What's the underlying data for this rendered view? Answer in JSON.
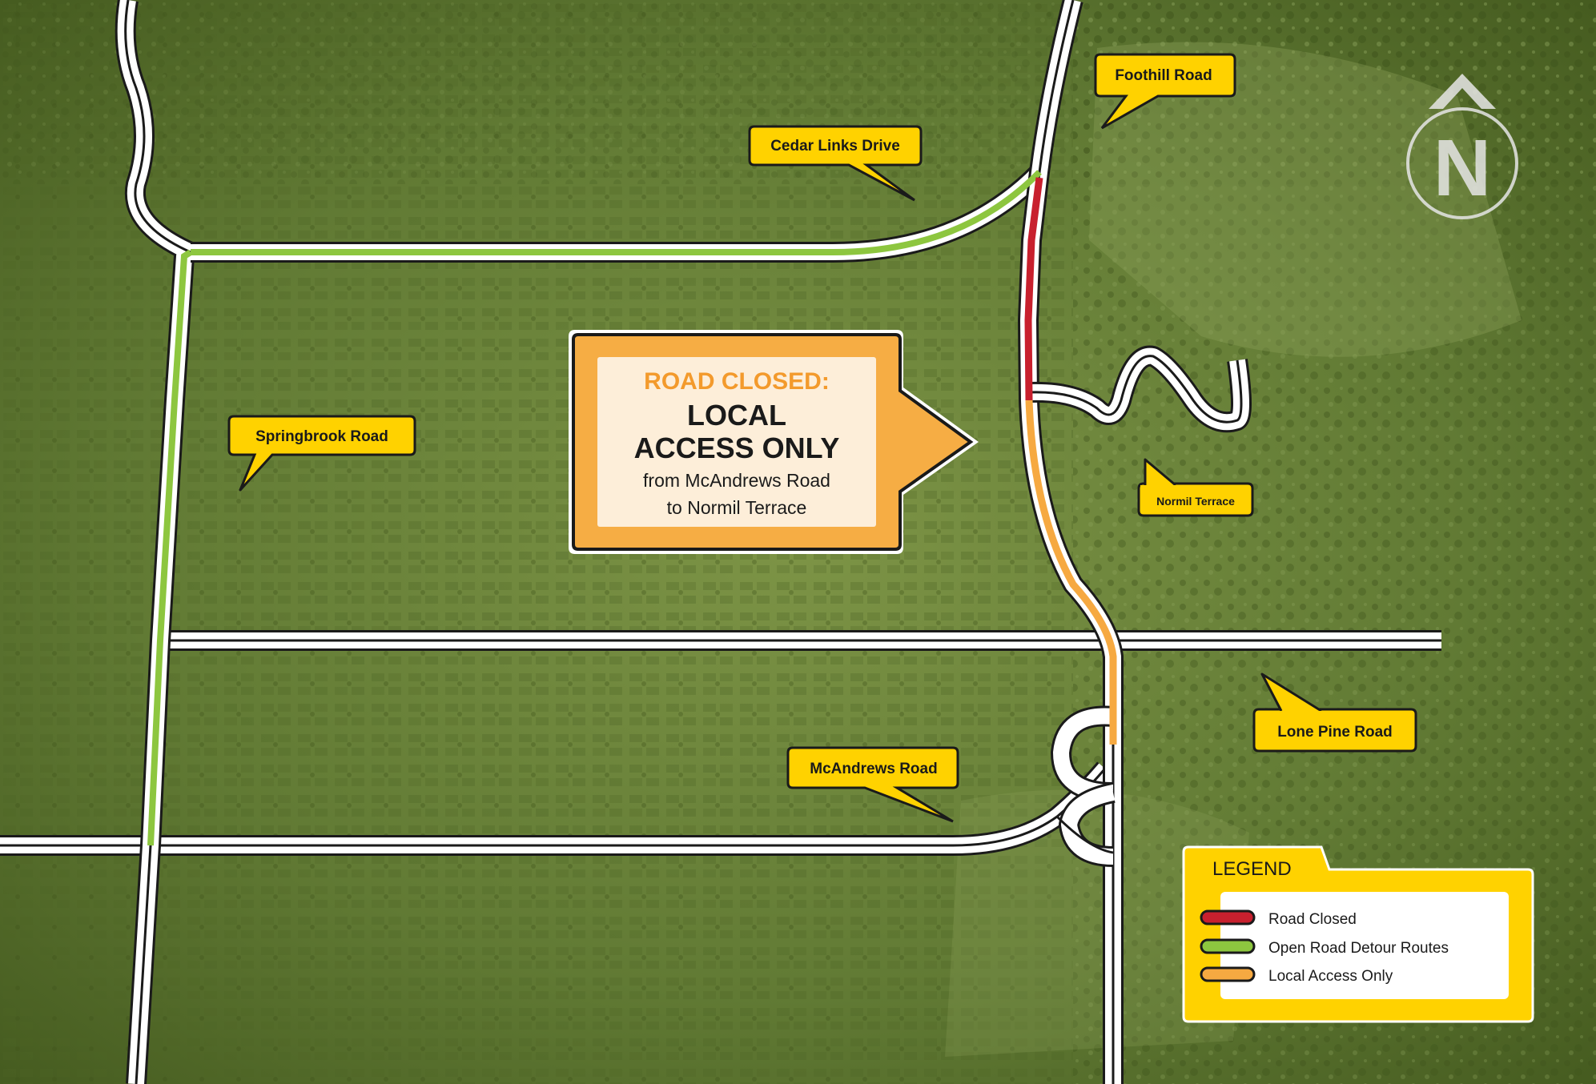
{
  "roads": {
    "springbrook": "Springbrook Road",
    "cedar_links": "Cedar Links Drive",
    "foothill": "Foothill Road",
    "normil": "Normil Terrace",
    "lone_pine": "Lone Pine Road",
    "mcandrews": "McAndrews Road"
  },
  "closure_sign": {
    "title": "ROAD CLOSED:",
    "line1": "LOCAL",
    "line2": "ACCESS ONLY",
    "line3": "from McAndrews Road",
    "line4": "to Normil Terrace"
  },
  "compass": {
    "letter": "N"
  },
  "legend": {
    "title": "LEGEND",
    "items": [
      {
        "label": "Road Closed",
        "color": "#c8202e"
      },
      {
        "label": "Open Road Detour Routes",
        "color": "#8dc63f"
      },
      {
        "label": "Local Access Only",
        "color": "#f6a941"
      }
    ]
  },
  "colors": {
    "background": "#556f2c",
    "callout": "#ffd200",
    "closed": "#c8202e",
    "detour": "#8dc63f",
    "local": "#f6a941"
  }
}
